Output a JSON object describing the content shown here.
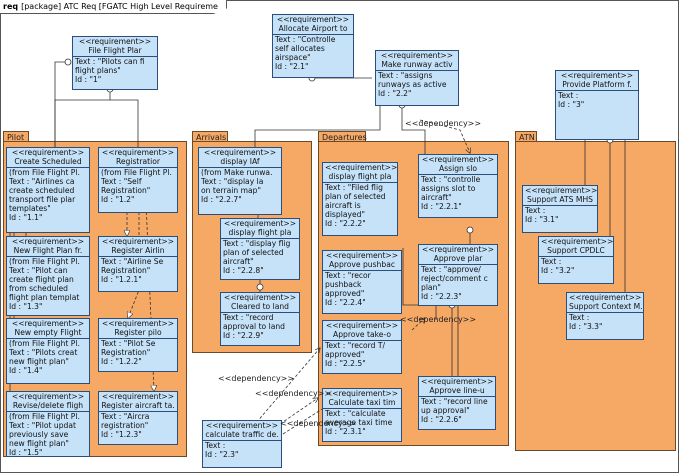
{
  "frame": {
    "keyword": "req",
    "title": "[package] ATC Req [FGATC High Level Requireme"
  },
  "packages": {
    "pilot": "Pilot",
    "arrivals": "Arrivals",
    "departures": "Departures",
    "atn": "ATN"
  },
  "stereotype": "<<requirement>>",
  "requirements": {
    "file_flight_plan": {
      "name": "File Flight Plar",
      "text": "Text : \"Pilots can fi\nflight plans\"",
      "id": "Id : \"1\""
    },
    "allocate_airport": {
      "name": "Allocate Airport to",
      "text": "Text : \"Controlle\nself allocates\nairspace\"",
      "id": "Id : \"2.1\""
    },
    "make_runway": {
      "name": "Make runway activ",
      "text": "Text : \"assigns\nrunways as active",
      "id": "Id : \"2.2\""
    },
    "provide_platform": {
      "name": "Provide Platform f.",
      "text": "Text :",
      "id": "Id : \"3\""
    },
    "create_scheduled": {
      "name": "Create Scheduled",
      "text": "(from File Flight Pl.\nText : \"Airlines ca\ncreate scheduled\ntransport file plar\ntemplates\"",
      "id": "Id : \"1.1\""
    },
    "registration": {
      "name": "Registratior",
      "text": "(from File Flight Pl.\nText : \"Self\nRegistration\"",
      "id": "Id : \"1.2\""
    },
    "new_flight_plan_from": {
      "name": "New Flight Plan fr.",
      "text": "(from File Flight Pl.\nText : \"Pilot can\ncreate flight plan\nfrom scheduled\nflight plan templat",
      "id": "Id : \"1.3\""
    },
    "register_airline": {
      "name": "Register Airlin",
      "text": "Text : \"Airline Se\nRegistration\"",
      "id": "Id : \"1.2.1\""
    },
    "new_empty_flight": {
      "name": "New empty Flight",
      "text": "(from File Flight Pl.\nText : \"Pilots creat\nnew flight plan\"",
      "id": "Id : \"1.4\""
    },
    "register_pilot": {
      "name": "Register pilo",
      "text": "Text : \"Pilot Se\nRegistration\"",
      "id": "Id : \"1.2.2\""
    },
    "revise_delete": {
      "name": "Revise/delete fligh",
      "text": "(from File Flight Pl.\nText : \"Pilot updat\npreviously save\nnew flight plan\"",
      "id": "Id : \"1.5\""
    },
    "register_aircraft": {
      "name": "Register aircraft ta.",
      "text": "Text : \"Aircra\nregistration\"",
      "id": "Id : \"1.2.3\""
    },
    "display_iaf": {
      "name": "display IAf",
      "text": "(from Make runwa.\nText : \"display la\non terrain map\"",
      "id": "Id : \"2.2.7\""
    },
    "display_flight_plan_arr": {
      "name": "display flight pla",
      "text": "Text : \"display flig\nplan of selected\naircraft\"",
      "id": "Id : \"2.2.8\""
    },
    "cleared_to_land": {
      "name": "Cleared to land",
      "text": "Text : \"record\napproval to land",
      "id": "Id : \"2.2.9\""
    },
    "calculate_traffic": {
      "name": "calculate traffic de.",
      "text": "Text :",
      "id": "Id : \"2.3\""
    },
    "display_flight_plan_dep": {
      "name": "display flight pla",
      "text": "Text : \"Filed flig\nplan of selected\naircraft is\ndisplayed\"",
      "id": "Id : \"2.2.2\""
    },
    "assign_slot": {
      "name": "Assign slo",
      "text": "Text : \"controlle\nassigns slot to\naircraft\"",
      "id": "Id : \"2.2.1\""
    },
    "approve_pushback": {
      "name": "Approve pushbac",
      "text": "Text : \"recor\npushback\napproved\"",
      "id": "Id : \"2.2.4\""
    },
    "approve_plan": {
      "name": "Approve plar",
      "text": "Text : \"approve/\nreject/comment c\nplan\"",
      "id": "Id : \"2.2.3\""
    },
    "approve_takeoff": {
      "name": "Approve take-o",
      "text": "Text : \"record T/\napproved\"",
      "id": "Id : \"2.2.5\""
    },
    "calculate_taxi": {
      "name": "Calculate taxi tim",
      "text": "Text : \"calculate\naverage taxi time",
      "id": "Id : \"2.3.1\""
    },
    "approve_lineup": {
      "name": "Approve line-u",
      "text": "Text : \"record line\nup approval\"",
      "id": "Id : \"2.2.6\""
    },
    "support_ats": {
      "name": "Support ATS MHS",
      "text": "Text :",
      "id": "Id : \"3.1\""
    },
    "support_cpdlc": {
      "name": "Support CPDLC",
      "text": "Text :",
      "id": "Id : \"3.2\""
    },
    "support_context": {
      "name": "Support Context M.",
      "text": "Text :",
      "id": "Id : \"3.3\""
    }
  },
  "dependency_label": "<<dependency>>"
}
